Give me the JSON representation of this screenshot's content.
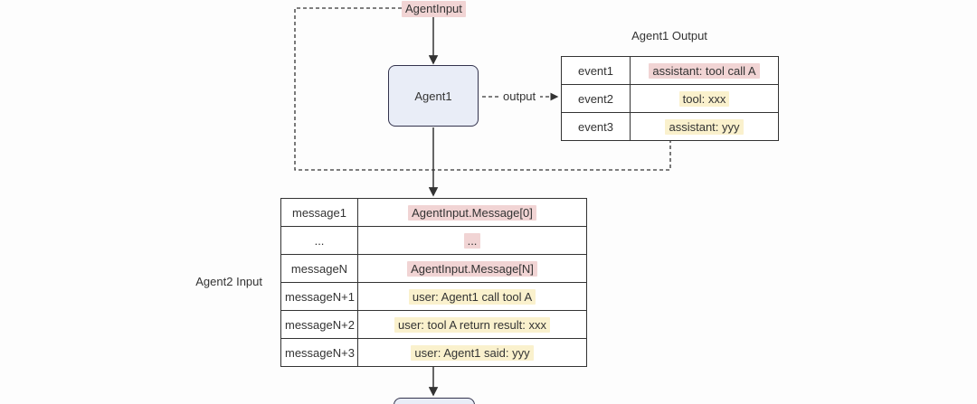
{
  "colors": {
    "pink": "#f1d4d4",
    "yellow": "#faf1cd",
    "node_fill": "#e9edf7",
    "line": "#333333",
    "page_bg": "#fdfdfd"
  },
  "labels": {
    "agent_input": "AgentInput",
    "agent1_node": "Agent1",
    "output_edge": "output",
    "agent1_output_title": "Agent1 Output",
    "agent2_input_title": "Agent2 Input"
  },
  "agent1_output_table": {
    "rows": [
      {
        "key": "event1",
        "value": "assistant: tool call A",
        "highlight": "pink"
      },
      {
        "key": "event2",
        "value": "tool: xxx",
        "highlight": "yellow"
      },
      {
        "key": "event3",
        "value": "assistant: yyy",
        "highlight": "yellow"
      }
    ]
  },
  "agent2_input_table": {
    "rows": [
      {
        "key": "message1",
        "value": "AgentInput.Message[0]",
        "highlight": "pink"
      },
      {
        "key": "...",
        "value": "...",
        "highlight": "pink"
      },
      {
        "key": "messageN",
        "value": "AgentInput.Message[N]",
        "highlight": "pink"
      },
      {
        "key": "messageN+1",
        "value": "user: Agent1 call tool A",
        "highlight": "yellow"
      },
      {
        "key": "messageN+2",
        "value": "user: tool A return result: xxx",
        "highlight": "yellow"
      },
      {
        "key": "messageN+3",
        "value": "user: Agent1 said: yyy",
        "highlight": "yellow"
      }
    ]
  }
}
